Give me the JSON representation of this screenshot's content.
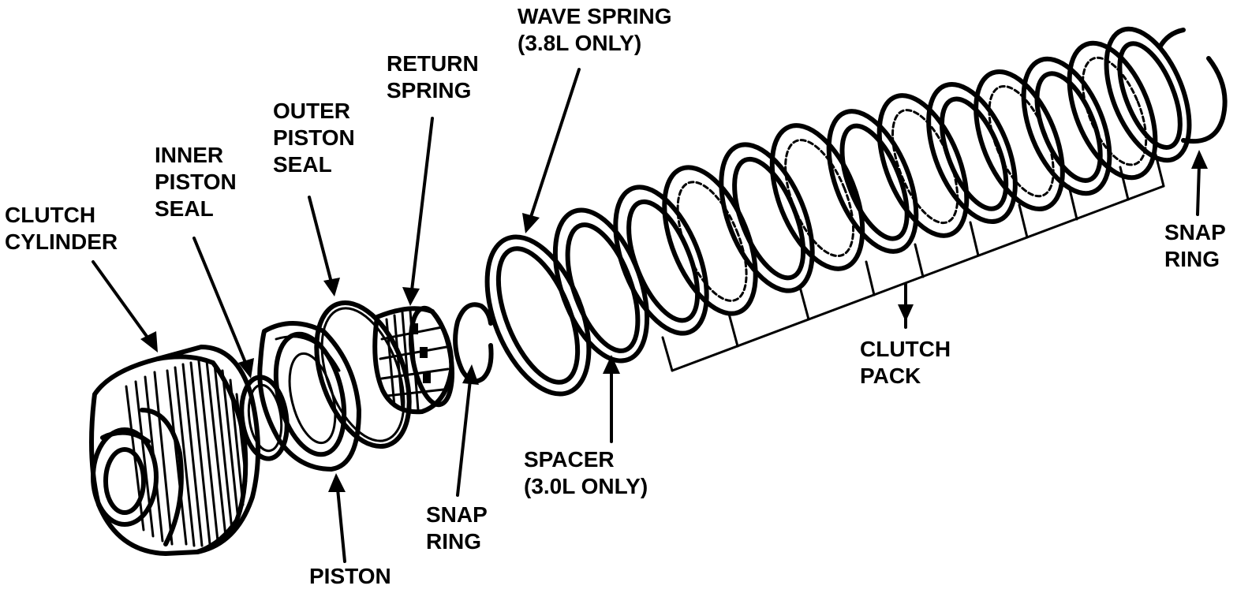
{
  "labels": {
    "clutch_cylinder": [
      "CLUTCH",
      "CYLINDER"
    ],
    "inner_piston_seal": [
      "INNER",
      "PISTON",
      "SEAL"
    ],
    "outer_piston_seal": [
      "OUTER",
      "PISTON",
      "SEAL"
    ],
    "return_spring": [
      "RETURN",
      "SPRING"
    ],
    "wave_spring": [
      "WAVE SPRING",
      "(3.8L ONLY)"
    ],
    "snap_ring_right": [
      "SNAP",
      "RING"
    ],
    "clutch_pack": [
      "CLUTCH",
      "PACK"
    ],
    "spacer": [
      "SPACER",
      "(3.0L ONLY)"
    ],
    "snap_ring_center": [
      "SNAP",
      "RING"
    ],
    "piston": [
      "PISTON"
    ]
  },
  "colors": {
    "ink": "#000000",
    "paper": "#ffffff"
  }
}
